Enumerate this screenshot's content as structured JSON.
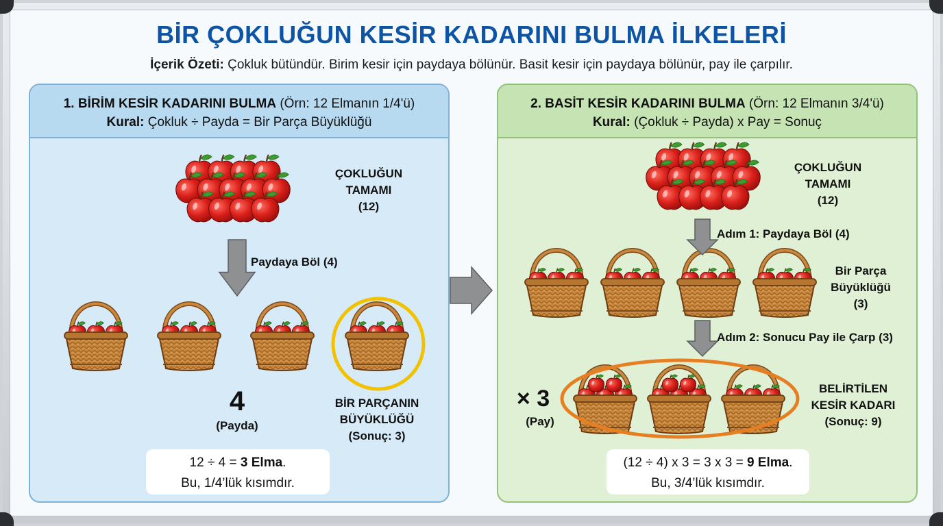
{
  "title": "BİR ÇOKLUĞUN KESİR KADARINI BULMA İLKELERİ",
  "summary": {
    "label": "İçerik Özeti:",
    "text": " Çokluk bütündür. Birim kesir için paydaya bölünür. Basit kesir için paydaya bölünür, pay ile çarpılır."
  },
  "colors": {
    "title": "#0d54a5",
    "panel1": "#d6eaf7",
    "panel2": "#dff0d4",
    "highlight_circle": "#f2c200",
    "highlight_ellipse": "#e67e22",
    "arrow": "#8a8a8a",
    "apple": "#d9201a",
    "basket": "#c9883e"
  },
  "panel1": {
    "heading_bold": "1. BİRİM KESİR KADARINI BULMA",
    "heading_rest": " (Örn: 12 Elmanın 1/4'ü)",
    "rule_label": "Kural:",
    "rule_text": " Çokluk ÷ Payda = Bir Parça Büyüklüğü",
    "whole_line1": "ÇOKLUĞUN",
    "whole_line2": "TAMAMI",
    "whole_line3": "(12)",
    "arrow_label": "Paydaya Böl (4)",
    "denominator_value": "4",
    "denominator_label": "(Payda)",
    "part_line1": "BİR PARÇANIN",
    "part_line2": "BÜYÜKLÜĞÜ",
    "part_line3": "(Sonuç: 3)",
    "result_expr": "12 ÷ 4 = ",
    "result_bold": "3 Elma",
    "result_end": ".",
    "result_line2": "Bu, 1/4’lük kısımdır."
  },
  "panel2": {
    "heading_bold": "2. BASİT KESİR KADARINI BULMA",
    "heading_rest": " (Örn: 12 Elmanın 3/4'ü)",
    "rule_label": "Kural:",
    "rule_text": " (Çokluk ÷ Payda) x Pay = Sonuç",
    "whole_line1": "ÇOKLUĞUN",
    "whole_line2": "TAMAMI",
    "whole_line3": "(12)",
    "step1": "Adım 1: Paydaya Böl (4)",
    "part_line1": "Bir Parça",
    "part_line2": "Büyüklüğü",
    "part_line3": "(3)",
    "step2": "Adım 2: Sonucu Pay ile Çarp (3)",
    "multiplier": "× 3",
    "multiplier_label": "(Pay)",
    "fraction_line1": "BELİRTİLEN",
    "fraction_line2": "KESİR KADARI",
    "fraction_line3": "(Sonuç: 9)",
    "result_expr": "(12 ÷ 4) x 3 = 3 x 3 = ",
    "result_bold": "9 Elma",
    "result_end": ".",
    "result_line2": "Bu, 3/4’lük kısımdır."
  }
}
